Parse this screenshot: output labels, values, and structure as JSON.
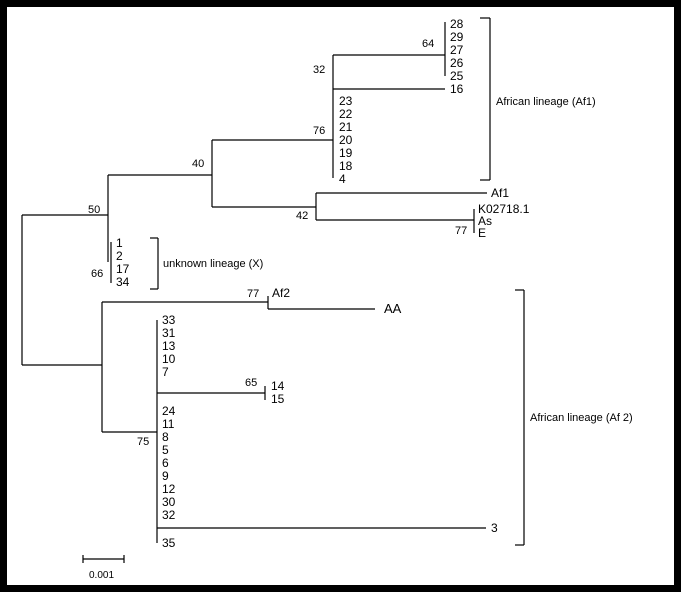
{
  "tree": {
    "bootstrap": {
      "b64": "64",
      "b32": "32",
      "b76": "76",
      "b40": "40",
      "b50": "50",
      "b42": "42",
      "b77as": "77",
      "b66": "66",
      "b77af2": "77",
      "b65": "65",
      "b75": "75"
    },
    "tips": {
      "t28": "28",
      "t29": "29",
      "t27": "27",
      "t26": "26",
      "t25": "25",
      "t16": "16",
      "t23": "23",
      "t22": "22",
      "t21": "21",
      "t20": "20",
      "t19": "19",
      "t18": "18",
      "t4": "4",
      "af1": "Af1",
      "k02718": "K02718.1",
      "as": "As",
      "e": "E",
      "t1": "1",
      "t2": "2",
      "t17": "17",
      "t34": "34",
      "af2": "Af2",
      "aa": "AA",
      "t33": "33",
      "t31": "31",
      "t13": "13",
      "t10": "10",
      "t7": "7",
      "t14": "14",
      "t15": "15",
      "t24": "24",
      "t11": "11",
      "t8": "8",
      "t5": "5",
      "t6": "6",
      "t9": "9",
      "t12": "12",
      "t30": "30",
      "t32": "32",
      "t3": "3",
      "t35": "35"
    },
    "clades": {
      "af1_lineage": "African lineage (Af1)",
      "unknown_lineage": "unknown lineage (X)",
      "af2_lineage": "African lineage (Af 2)"
    },
    "scale_bar": {
      "label": "0.001",
      "value": 0.001
    }
  }
}
